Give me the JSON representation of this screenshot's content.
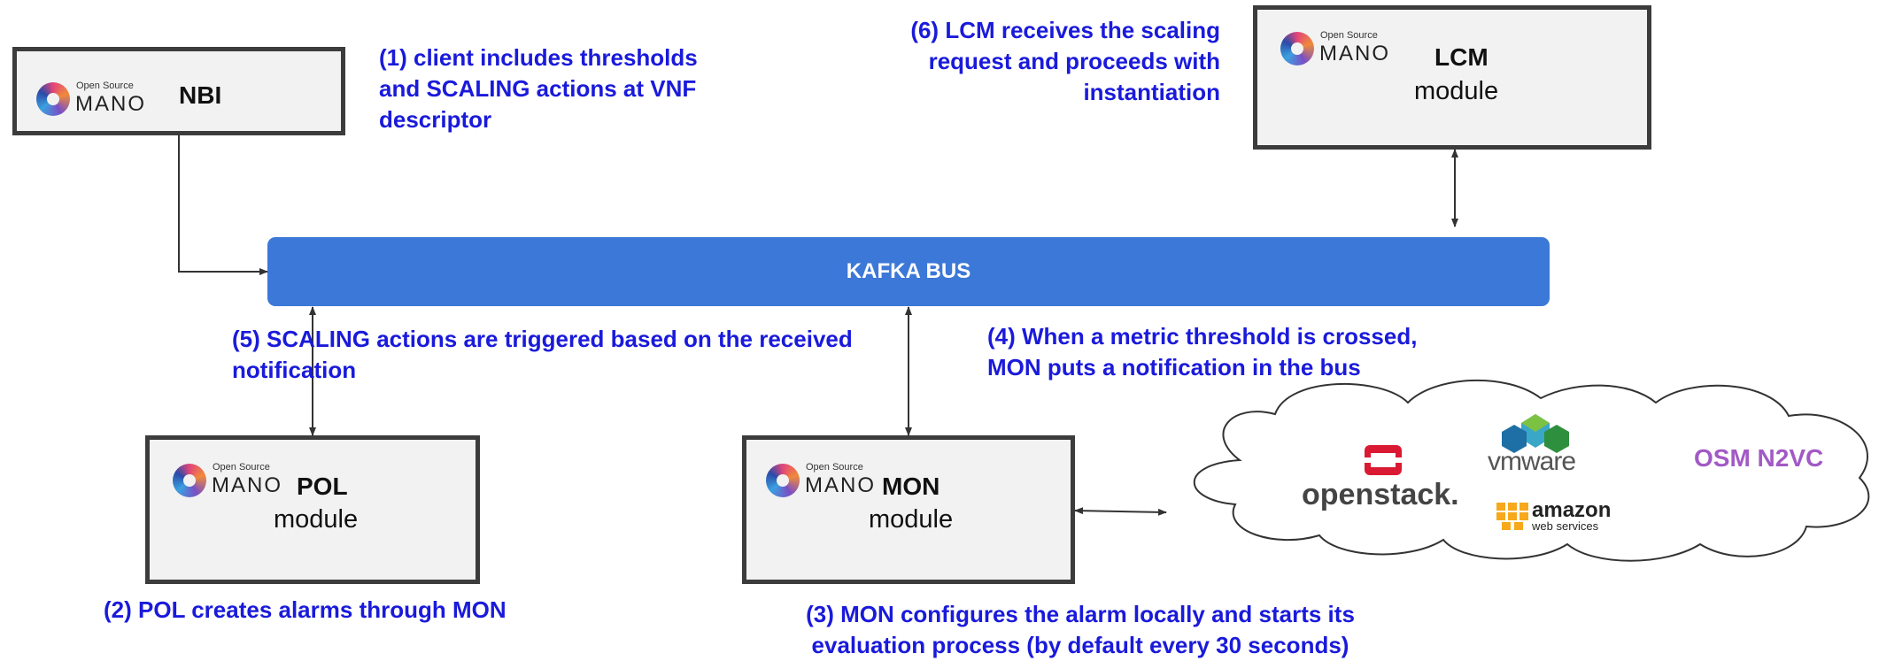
{
  "bus": {
    "label": "KAFKA BUS"
  },
  "logo": {
    "small": "Open Source",
    "big": "MANO"
  },
  "boxes": {
    "nbi": {
      "title": "NBI"
    },
    "lcm": {
      "title": "LCM",
      "sub": "module"
    },
    "pol": {
      "title": "POL",
      "sub": "module"
    },
    "mon": {
      "title": "MON",
      "sub": "module"
    }
  },
  "notes": {
    "n1": [
      "(1) client includes thresholds",
      "and SCALING actions at VNF",
      "descriptor"
    ],
    "n2": [
      "(2) POL creates alarms through MON"
    ],
    "n3": [
      "(3) MON configures the alarm locally and starts its",
      "evaluation process (by default every 30 seconds)"
    ],
    "n4": [
      "(4) When a metric threshold is crossed,",
      "MON puts a notification in the bus"
    ],
    "n5": [
      "(5) SCALING actions are triggered based on the received",
      "notification"
    ],
    "n6": [
      "(6) LCM receives the scaling",
      "request and proceeds with",
      "instantiation"
    ]
  },
  "cloud": {
    "label": "OSM N2VC",
    "providers": {
      "openstack": "openstack.",
      "vmware": "vmware",
      "amazon": "amazon",
      "amazon_sub": "web services"
    }
  },
  "colors": {
    "note": "#1a1adb",
    "bus": "#3c78d8",
    "box_fill": "#f2f2f2",
    "box_border": "#3c3c3c",
    "cloud_label": "#a259c5"
  }
}
